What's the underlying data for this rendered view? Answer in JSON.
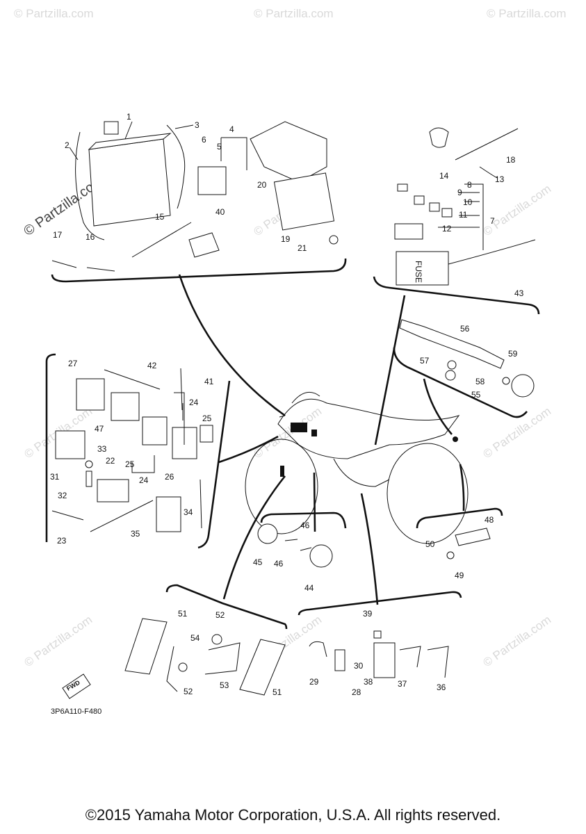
{
  "watermarks": [
    {
      "text": "© Partzilla.com"
    }
  ],
  "callouts": {
    "c1": "1",
    "c2": "2",
    "c3": "3",
    "c4": "4",
    "c5": "5",
    "c6": "6",
    "c7": "7",
    "c8": "8",
    "c9": "9",
    "c10": "10",
    "c11": "11",
    "c12": "12",
    "c13": "13",
    "c14": "14",
    "c15": "15",
    "c16": "16",
    "c17": "17",
    "c18": "18",
    "c19": "19",
    "c20": "20",
    "c21": "21",
    "c22": "22",
    "c23": "23",
    "c24": "24",
    "c25": "25",
    "c26": "26",
    "c27": "27",
    "c28": "28",
    "c29": "29",
    "c30": "30",
    "c31": "31",
    "c32": "32",
    "c33": "33",
    "c34": "34",
    "c35": "35",
    "c36": "36",
    "c37": "37",
    "c38": "38",
    "c39": "39",
    "c40": "40",
    "c41": "41",
    "c42": "42",
    "c43": "43",
    "c44": "44",
    "c45": "45",
    "c46": "46",
    "c47": "47",
    "c48": "48",
    "c49": "49",
    "c50": "50",
    "c51": "51",
    "c52": "52",
    "c53": "53",
    "c54": "54",
    "c55": "55",
    "c56": "56",
    "c57": "57",
    "c58": "58",
    "c59": "59"
  },
  "fuse_label": "FUSE",
  "fwd_label": "FWD",
  "diagram_code": "3P6A110-F480",
  "copyright": "©2015 Yamaha Motor Corporation, U.S.A. All rights reserved."
}
